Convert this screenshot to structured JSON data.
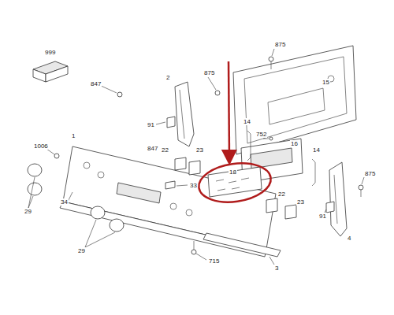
{
  "diagram": {
    "labels": [
      "999",
      "847",
      "2",
      "875",
      "875",
      "15",
      "1006",
      "1",
      "91",
      "847",
      "14",
      "752",
      "16",
      "14",
      "22",
      "23",
      "875",
      "33",
      "18",
      "22",
      "23",
      "34",
      "29",
      "91",
      "4",
      "29",
      "715",
      "3"
    ]
  }
}
